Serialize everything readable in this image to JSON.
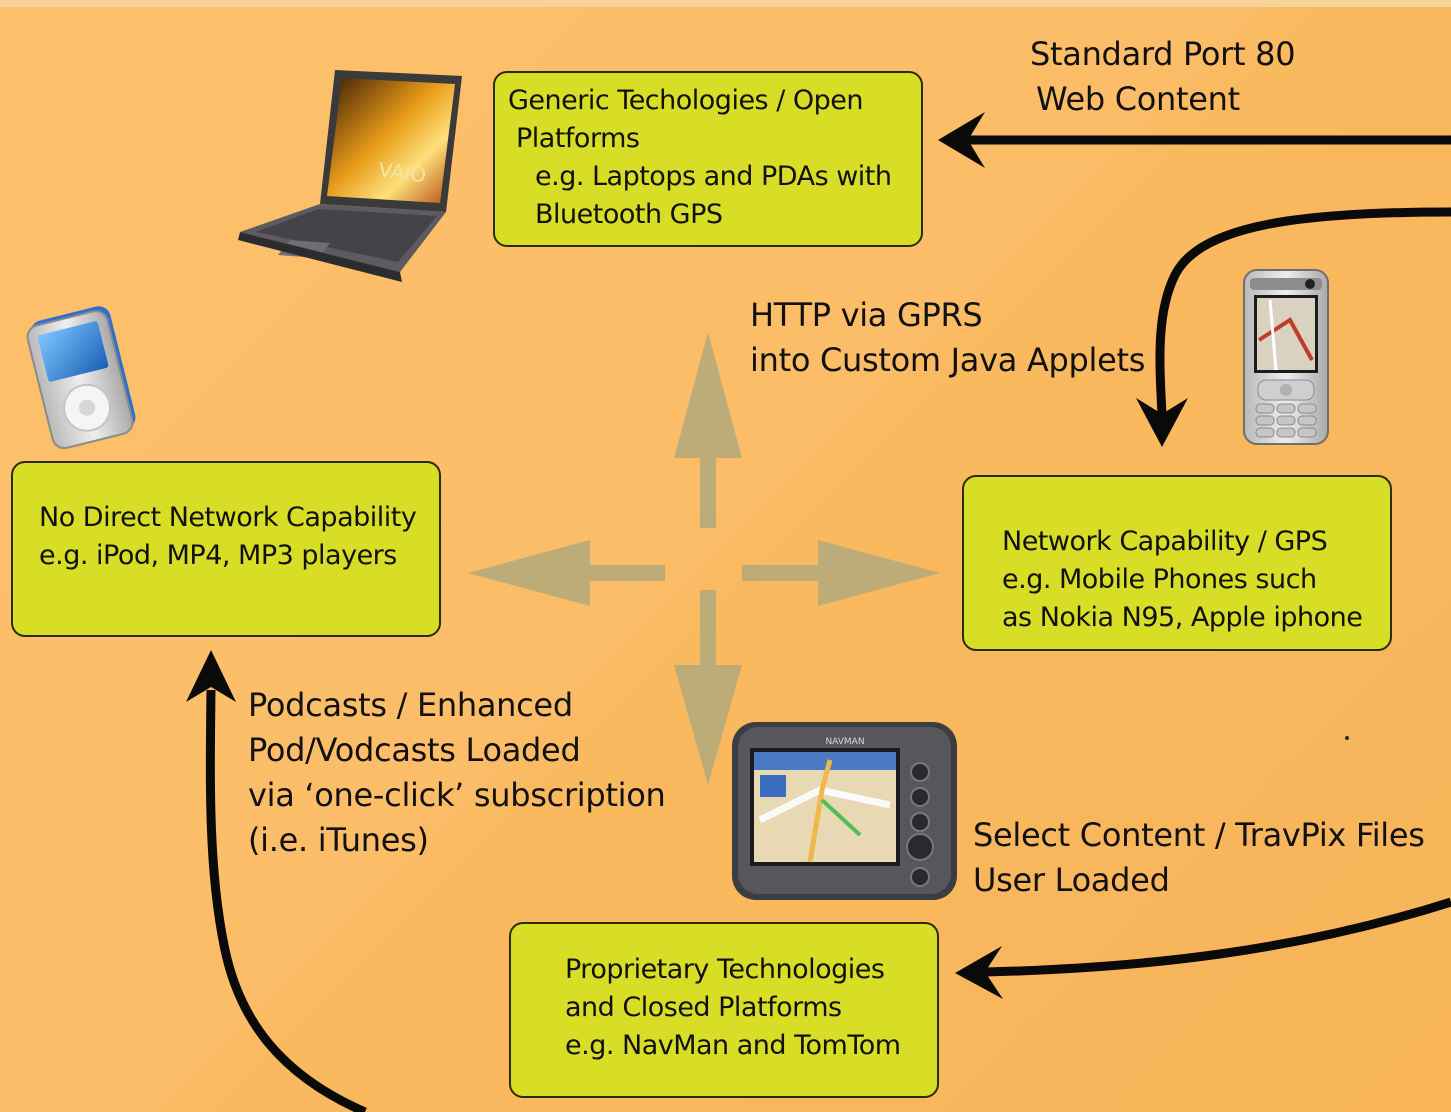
{
  "boxes": {
    "generic": {
      "lines": [
        "Generic Techologies / Open",
        "Platforms",
        "e.g. Laptops and PDAs with",
        "Bluetooth GPS"
      ]
    },
    "no_network": {
      "lines": [
        "No Direct Network Capability",
        "e.g. iPod, MP4, MP3 players"
      ]
    },
    "network": {
      "lines": [
        "Network Capability / GPS",
        "e.g. Mobile Phones such",
        "as Nokia N95, Apple iphone"
      ]
    },
    "proprietary": {
      "lines": [
        "Proprietary Technologies",
        "and Closed Platforms",
        "e.g. NavMan and TomTom"
      ]
    }
  },
  "labels": {
    "port80": [
      "Standard Port 80",
      "Web Content"
    ],
    "http": [
      "HTTP via GPRS",
      "into Custom Java Applets"
    ],
    "podcasts": [
      "Podcasts / Enhanced",
      "Pod/Vodcasts Loaded",
      "via ‘one-click’ subscription",
      "(i.e. iTunes)"
    ],
    "select": [
      "Select Content / TravPix Files",
      "User Loaded"
    ]
  },
  "device_branding": {
    "laptop": "VAIO",
    "gps": "NAVMAN"
  },
  "icons": [
    "laptop-icon",
    "ipod-icon",
    "mobile-phone-icon",
    "gps-navigator-icon"
  ],
  "colors": {
    "background": "#fbbd68",
    "box_fill": "#d7de25",
    "arrow_black": "#0a0a0a",
    "arrow_grey": "#b7aa7a"
  }
}
